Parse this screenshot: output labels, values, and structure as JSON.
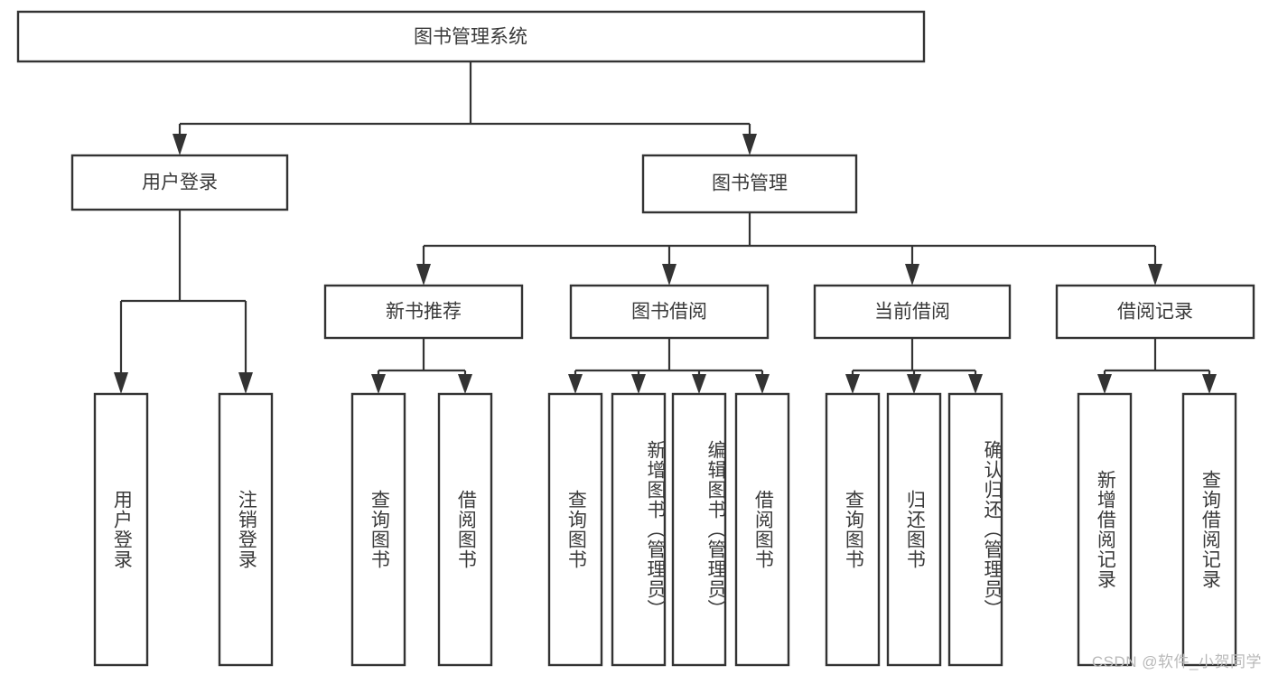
{
  "diagram": {
    "title": "图书管理系统",
    "watermark": "CSDN @软件_小贺同学",
    "stroke_color": "#333333",
    "text_color": "#3a3a3a",
    "background_color": "#ffffff",
    "root": {
      "label": "图书管理系统"
    },
    "level2": [
      {
        "label": "用户登录"
      },
      {
        "label": "图书管理"
      }
    ],
    "level3": [
      {
        "label": "新书推荐"
      },
      {
        "label": "图书借阅"
      },
      {
        "label": "当前借阅"
      },
      {
        "label": "借阅记录"
      }
    ],
    "leaves": {
      "user_login": [
        {
          "label": "用户登录"
        },
        {
          "label": "注销登录"
        }
      ],
      "new_book": [
        {
          "label": "查询图书"
        },
        {
          "label": "借阅图书"
        }
      ],
      "book_borrow": [
        {
          "label": "查询图书"
        },
        {
          "label": "新增图书（管理员）"
        },
        {
          "label": "编辑图书（管理员）"
        },
        {
          "label": "借阅图书"
        }
      ],
      "current_borrow": [
        {
          "label": "查询图书"
        },
        {
          "label": "归还图书"
        },
        {
          "label": "确认归还（管理员）"
        }
      ],
      "borrow_record": [
        {
          "label": "新增借阅记录"
        },
        {
          "label": "查询借阅记录"
        }
      ]
    }
  }
}
